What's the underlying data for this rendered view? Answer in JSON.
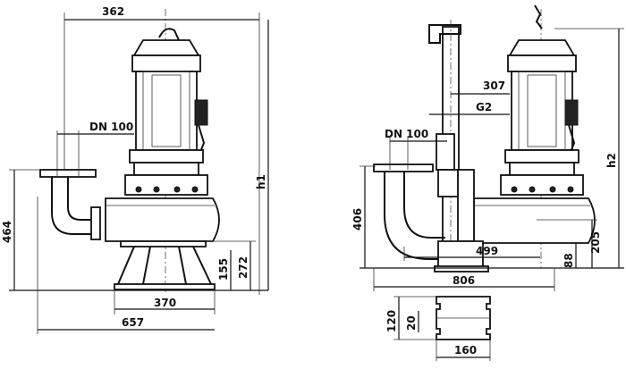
{
  "diagram": {
    "left_view": {
      "dim_top_width": "362",
      "dim_outlet": "DN 100",
      "dim_total_height_left": "464",
      "dim_height_h1": "h1",
      "dim_stand_height_272": "272",
      "dim_stand_height_155": "155",
      "dim_base_width": "370",
      "dim_overall_width": "657"
    },
    "right_view": {
      "dim_outlet": "DN 100",
      "dim_guide_offset": "307",
      "dim_guide_pipe": "G2",
      "dim_height_406": "406",
      "dim_height_h2": "h2",
      "dim_height_205": "205",
      "dim_height_88": "88",
      "dim_offset_499": "499",
      "dim_overall_806": "806"
    },
    "base_plate": {
      "dim_height_120": "120",
      "dim_height_20": "20",
      "dim_width_160": "160"
    }
  }
}
